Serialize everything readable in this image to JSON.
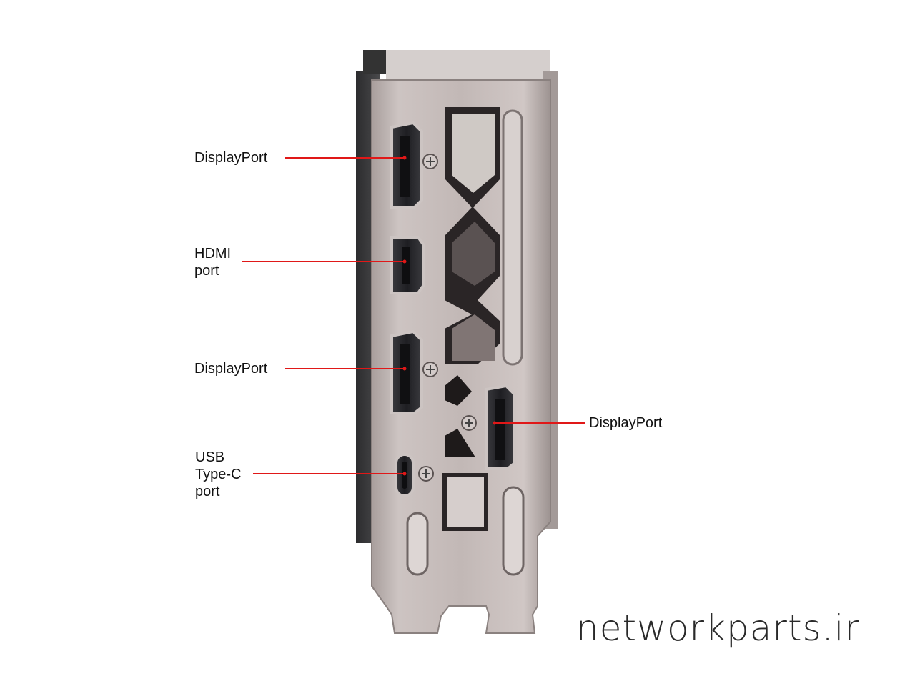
{
  "labels": {
    "displayport_top": "DisplayPort",
    "hdmi_line1": "HDMI",
    "hdmi_line2": "port",
    "displayport_middle": "DisplayPort",
    "displayport_right": "DisplayPort",
    "usbc_line1": "USB",
    "usbc_line2": "Type-C",
    "usbc_line3": "port"
  },
  "watermark": "networkparts.ir",
  "colors": {
    "callout_line": "#e01818",
    "bracket_metal": "#bdb3b1",
    "bracket_shadow": "#8f8684",
    "background": "#ffffff"
  },
  "icons": {
    "screw": "screw-icon",
    "displayport": "displayport-connector-icon",
    "hdmi": "hdmi-connector-icon",
    "usbc": "usb-c-connector-icon"
  }
}
